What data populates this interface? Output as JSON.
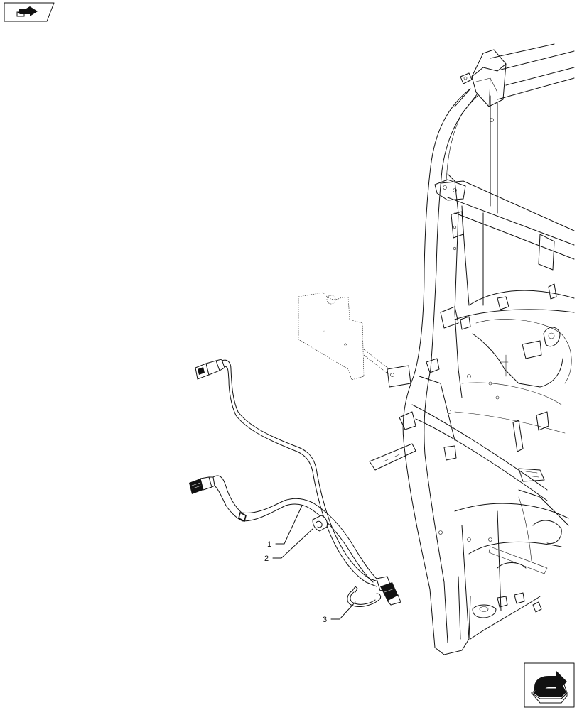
{
  "callouts": [
    {
      "label": "1",
      "part": "wire-harness"
    },
    {
      "label": "2",
      "part": "harness-clip"
    },
    {
      "label": "3",
      "part": "cable-tie"
    }
  ],
  "icons": {
    "top_left": "section-reference-icon",
    "bottom_right": "next-page-arrow-icon"
  },
  "colors": {
    "line": "#111111",
    "background": "#ffffff"
  }
}
